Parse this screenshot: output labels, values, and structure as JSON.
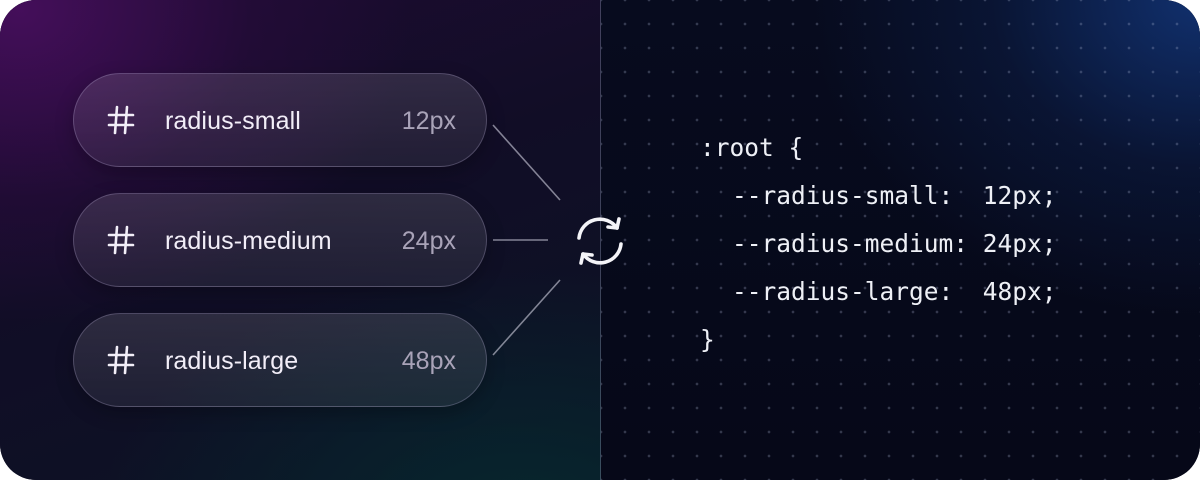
{
  "tokens": [
    {
      "name": "radius-small",
      "value": "12px",
      "icon": "hash-icon"
    },
    {
      "name": "radius-medium",
      "value": "24px",
      "icon": "hash-icon"
    },
    {
      "name": "radius-large",
      "value": "48px",
      "icon": "hash-icon"
    }
  ],
  "sync": {
    "icon": "sync-icon"
  },
  "code": {
    "open": ":root {",
    "lines": [
      "--radius-small:  12px;",
      "--radius-medium: 24px;",
      "--radius-large:  48px;"
    ],
    "close": "}"
  },
  "colors": {
    "token_text": "#f2eef8",
    "token_value": "#a9a3b8",
    "code_text": "#eef0f6",
    "accent_purple": "#460e5c",
    "accent_blue": "#123476"
  }
}
